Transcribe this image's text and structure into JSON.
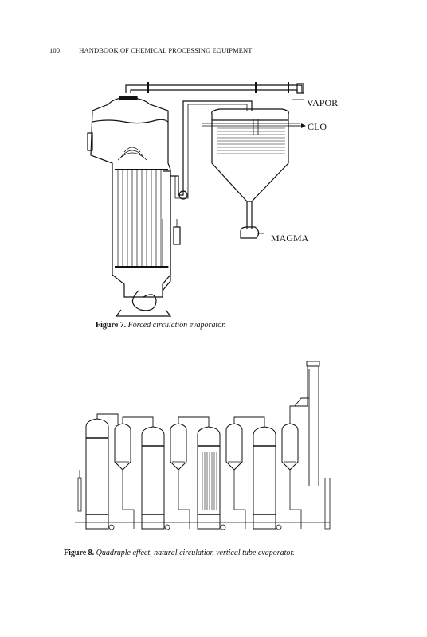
{
  "header": {
    "page_number": "100",
    "running_title": "HANDBOOK OF CHEMICAL PROCESSING EQUIPMENT"
  },
  "figure7": {
    "label": "Figure 7.",
    "caption": "Forced circulation evaporator.",
    "labels": {
      "vapors": "VAPORS",
      "clo": "CLO",
      "magma": "MAGMA"
    }
  },
  "figure8": {
    "label": "Figure 8.",
    "caption": "Quadruple effect, natural circulation vertical tube evaporator."
  }
}
